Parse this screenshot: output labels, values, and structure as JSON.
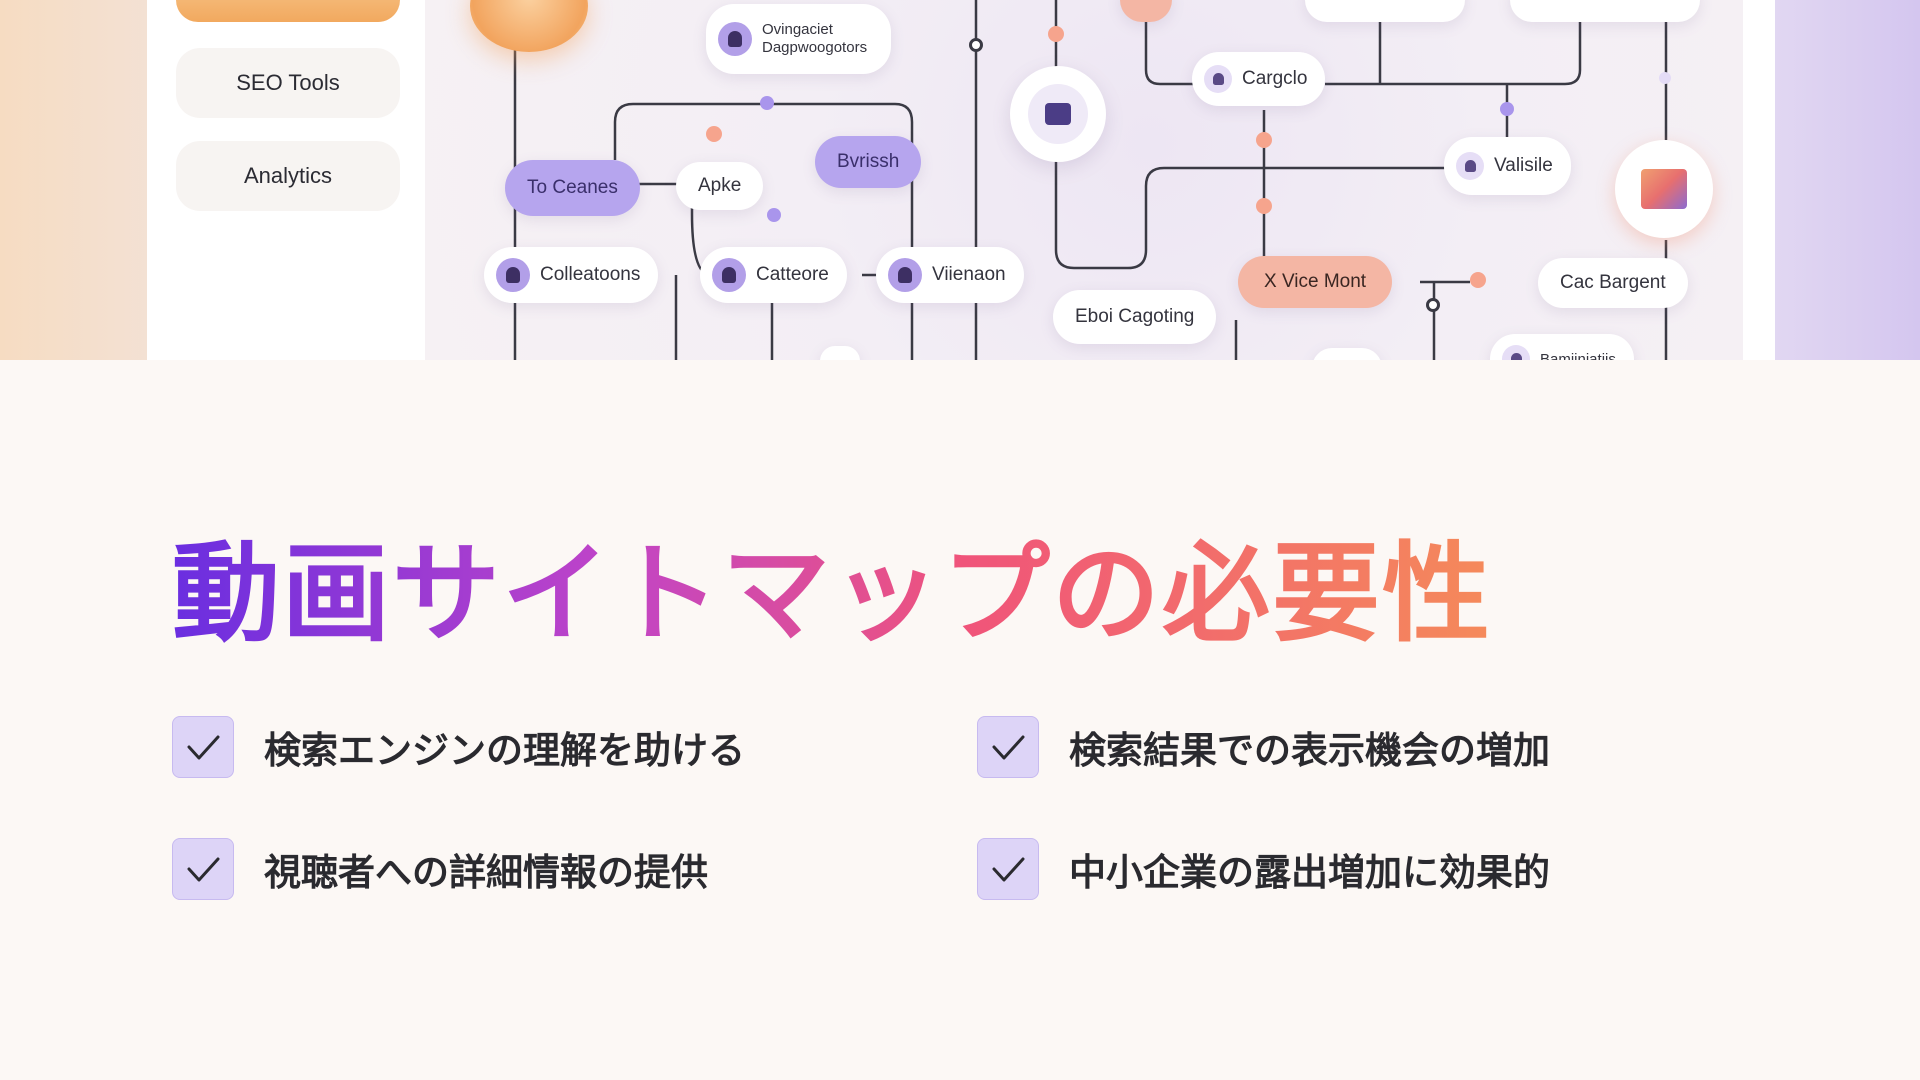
{
  "sidebar": {
    "items": [
      {
        "label": "SEO Tools"
      },
      {
        "label": "Analytics"
      }
    ]
  },
  "diagram": {
    "chips": {
      "top_card_line1": "Ovingaciet",
      "top_card_line2": "Dagpwoogotors",
      "to_ceanes": "To Ceanes",
      "apke": "Apke",
      "bvrissh": "Bvrissh",
      "colleatoons": "Colleatoons",
      "catteore": "Catteore",
      "viienaon": "Viienaon",
      "cargclo": "Cargclo",
      "valisile": "Valisile",
      "x_vice_mont": "X Vice Mont",
      "eboi_cagoting": "Eboi Cagoting",
      "cac_bargent": "Cac Bargent",
      "bottom_right": "Bamiiniatiis"
    }
  },
  "main": {
    "title": "動画サイトマップの必要性",
    "features": [
      {
        "text": "検索エンジンの理解を助ける"
      },
      {
        "text": "検索結果での表示機会の増加"
      },
      {
        "text": "視聴者への詳細情報の提供"
      },
      {
        "text": "中小企業の露出増加に効果的"
      }
    ]
  },
  "colors": {
    "title_gradient": [
      "#6a2ee0",
      "#c044c8",
      "#f0547a",
      "#f58a5a"
    ],
    "checkbox_bg": "#ddd4f7",
    "check_mark": "#2a2a2f",
    "page_bg": "#fcf8f5"
  }
}
